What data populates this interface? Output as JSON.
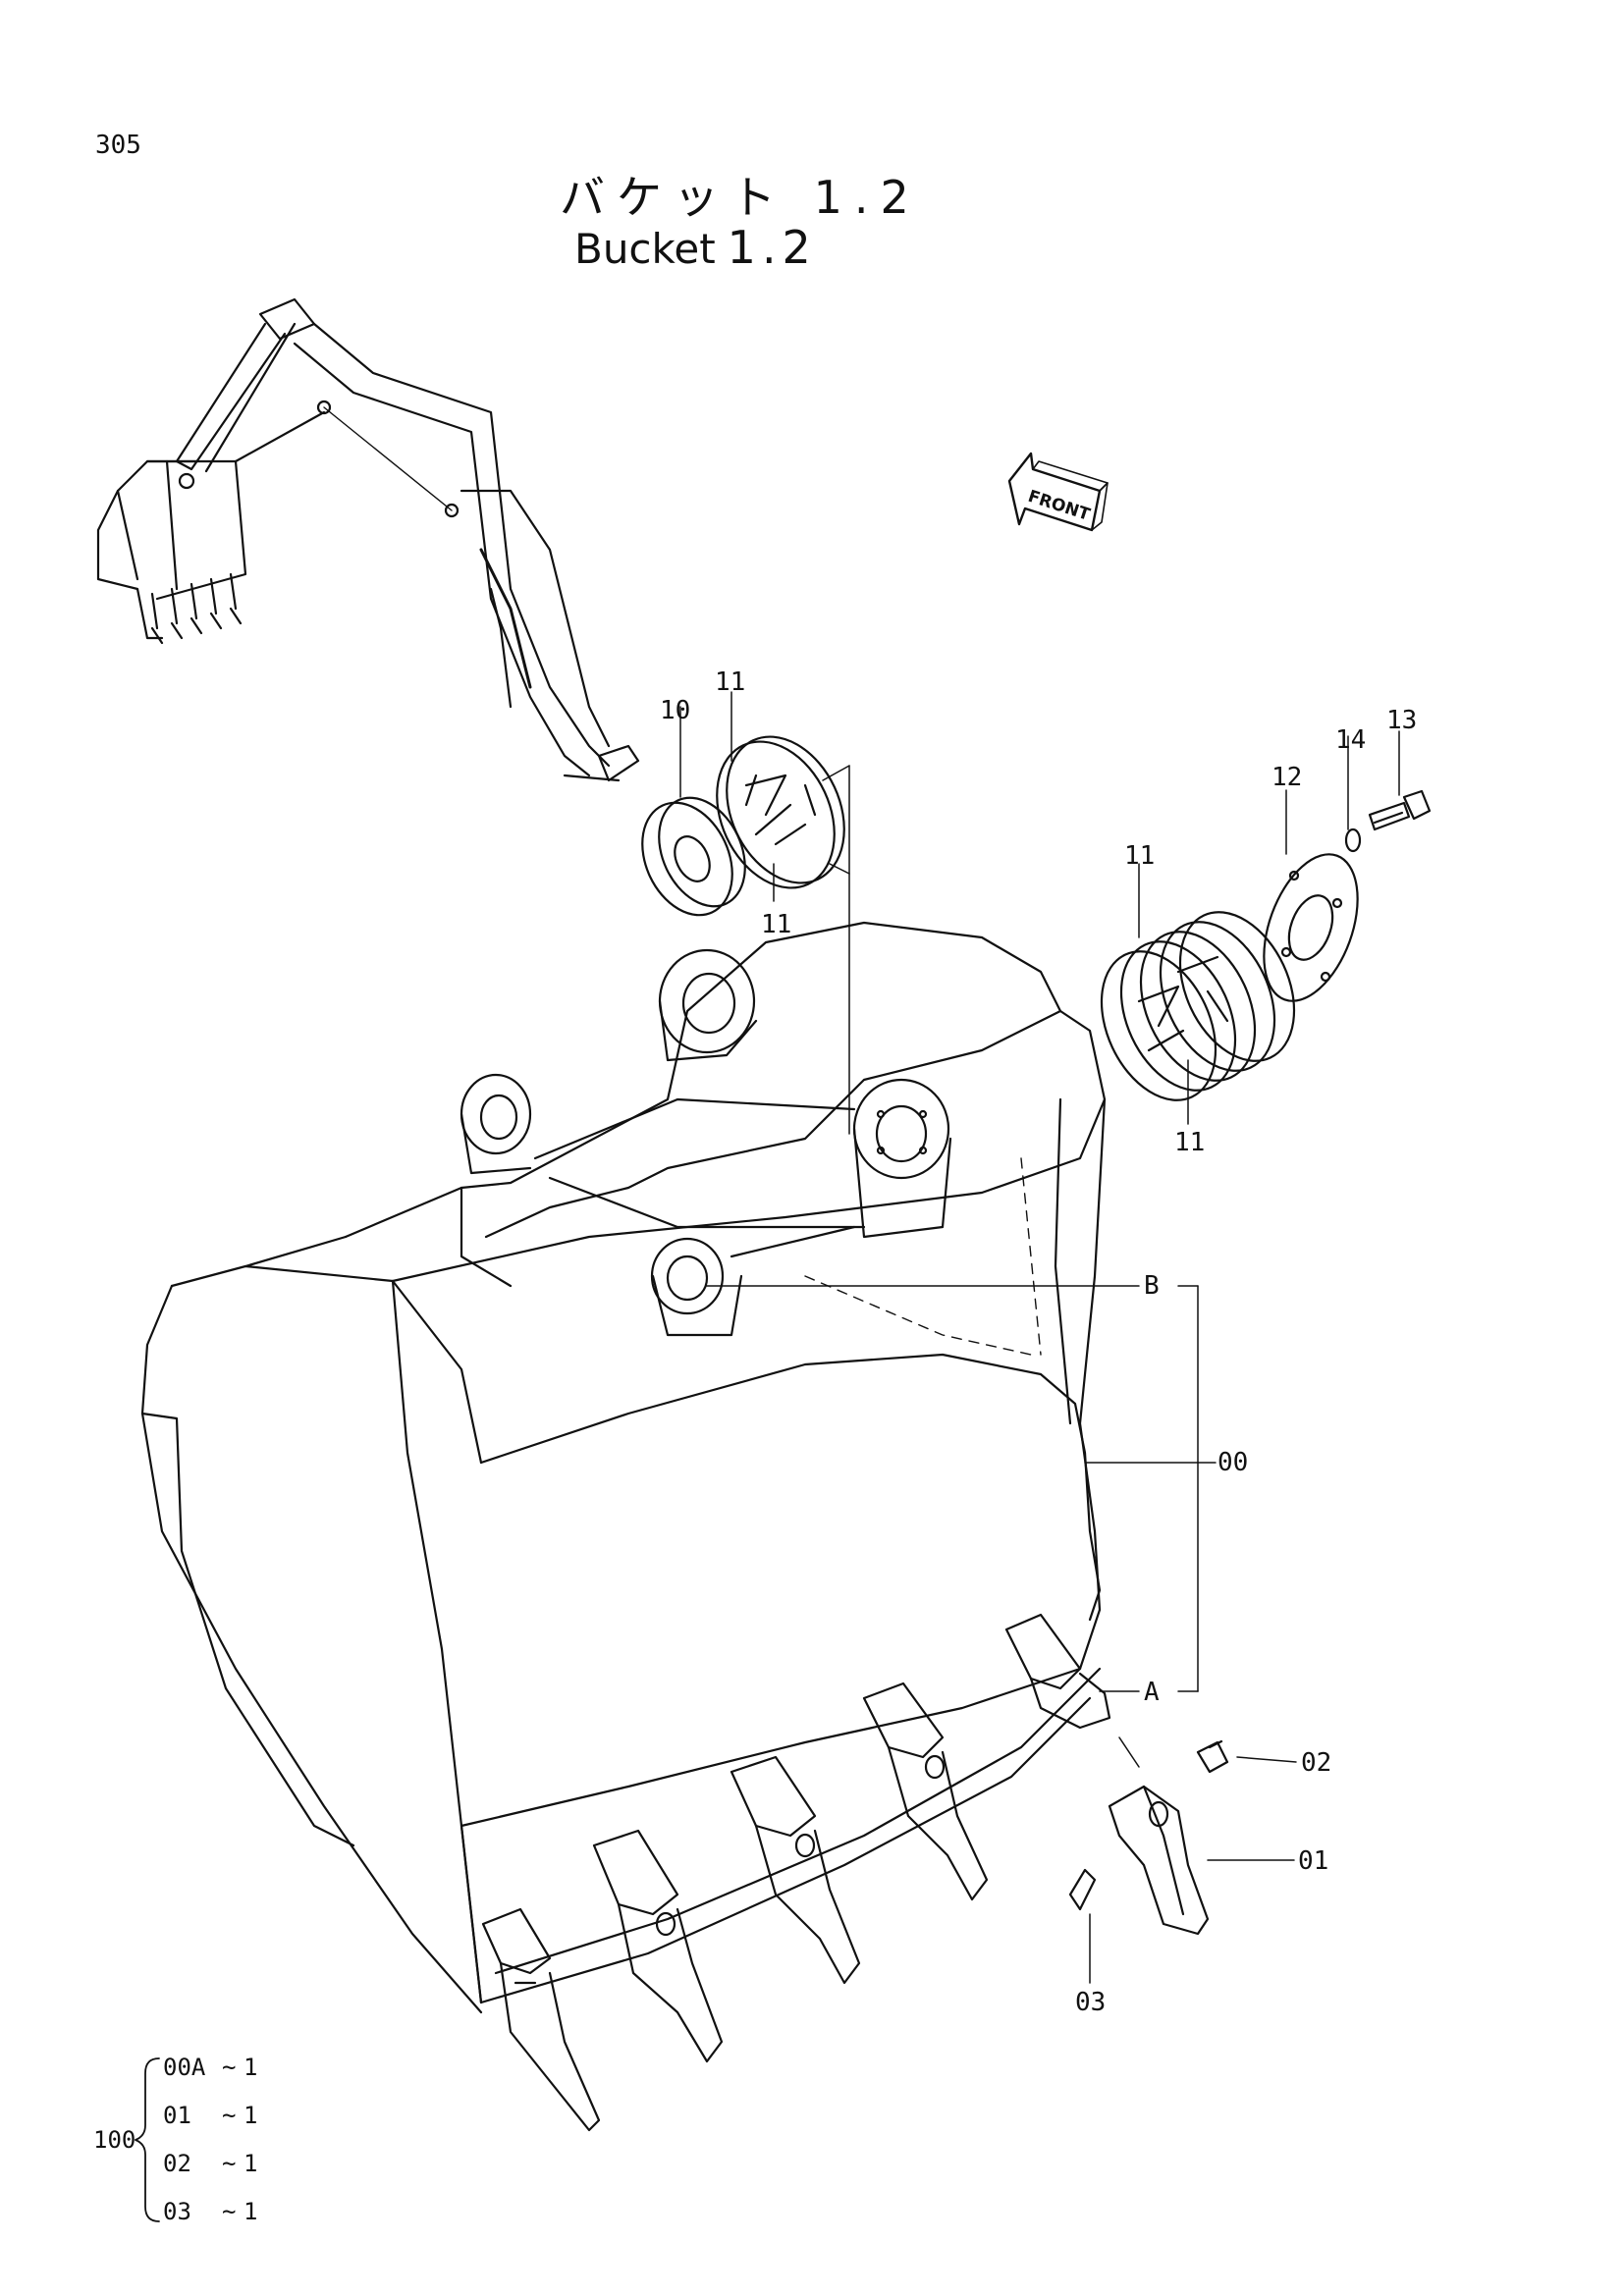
{
  "page_number": "305",
  "title": {
    "jp_text": "バケット",
    "jp_num": "1.2",
    "en_text": "Bucket",
    "en_num": "1.2"
  },
  "direction_label": "FRONT",
  "callouts": {
    "c10": "10",
    "c11a": "11",
    "c11b": "11",
    "c11c": "11",
    "c11d": "11",
    "c12": "12",
    "c13": "13",
    "c14": "14",
    "ref_b": "B",
    "ref_a": "A",
    "c00": "00",
    "c02": "02",
    "c01": "01",
    "c03": "03"
  },
  "kit": {
    "number": "100",
    "items": [
      {
        "part": "00A",
        "sep": "~",
        "qty": "1"
      },
      {
        "part": "01",
        "sep": "~",
        "qty": "1"
      },
      {
        "part": "02",
        "sep": "~",
        "qty": "1"
      },
      {
        "part": "03",
        "sep": "~",
        "qty": "1"
      }
    ]
  }
}
